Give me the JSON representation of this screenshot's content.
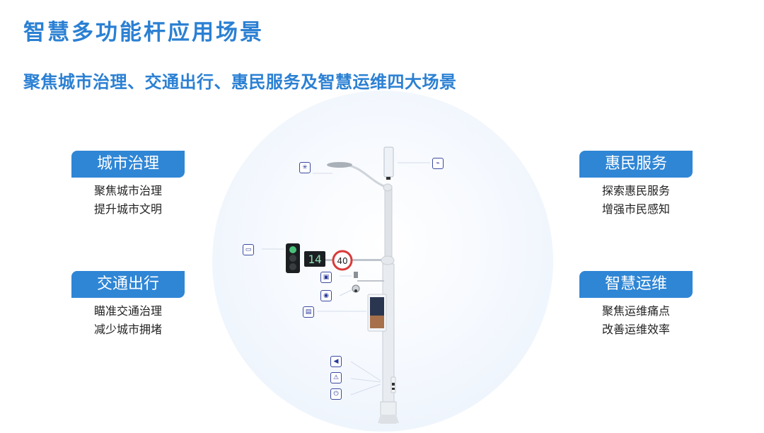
{
  "header": {
    "title": "智慧多功能杆应用场景",
    "subtitle": "聚焦城市治理、交通出行、惠民服务及智慧运维四大场景"
  },
  "scenes": [
    {
      "label": "城市治理",
      "line1": "聚焦城市治理",
      "line2": "提升城市文明"
    },
    {
      "label": "交通出行",
      "line1": "瞄准交通治理",
      "line2": "减少城市拥堵"
    },
    {
      "label": "惠民服务",
      "line1": "探索惠民服务",
      "line2": "增强市民感知"
    },
    {
      "label": "智慧运维",
      "line1": "聚焦运维痛点",
      "line2": "改善运维效率"
    }
  ],
  "illustration": {
    "countdown_value": "14",
    "speed_limit": "40",
    "icons": [
      "light-icon",
      "antenna-icon",
      "signal-icon",
      "monitor-icon",
      "camera-icon",
      "screen-icon",
      "speaker-icon",
      "alarm-icon",
      "charger-icon"
    ]
  },
  "colors": {
    "accent": "#2b80d3",
    "tag_bg": "#2f86d5",
    "circle_bg": "#e8f1fb"
  }
}
